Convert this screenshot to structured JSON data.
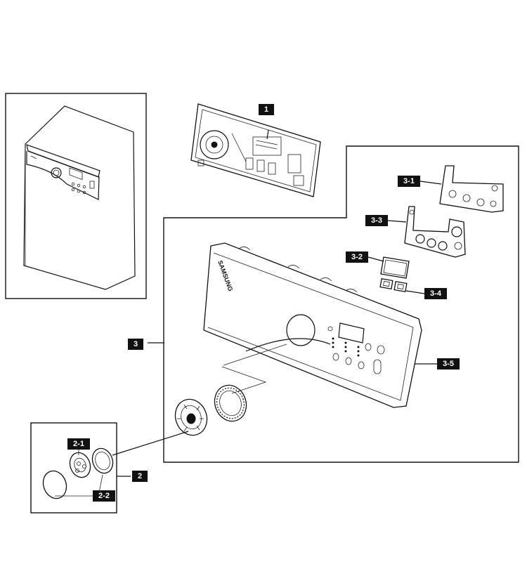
{
  "labels": {
    "part_1": "1",
    "part_2": "2",
    "part_2_1": "2-1",
    "part_2_2": "2-2",
    "part_3": "3",
    "part_3_1": "3-1",
    "part_3_2": "3-2",
    "part_3_3": "3-3",
    "part_3_4": "3-4",
    "part_3_5": "3-5"
  },
  "brand": "SAMSUNG"
}
